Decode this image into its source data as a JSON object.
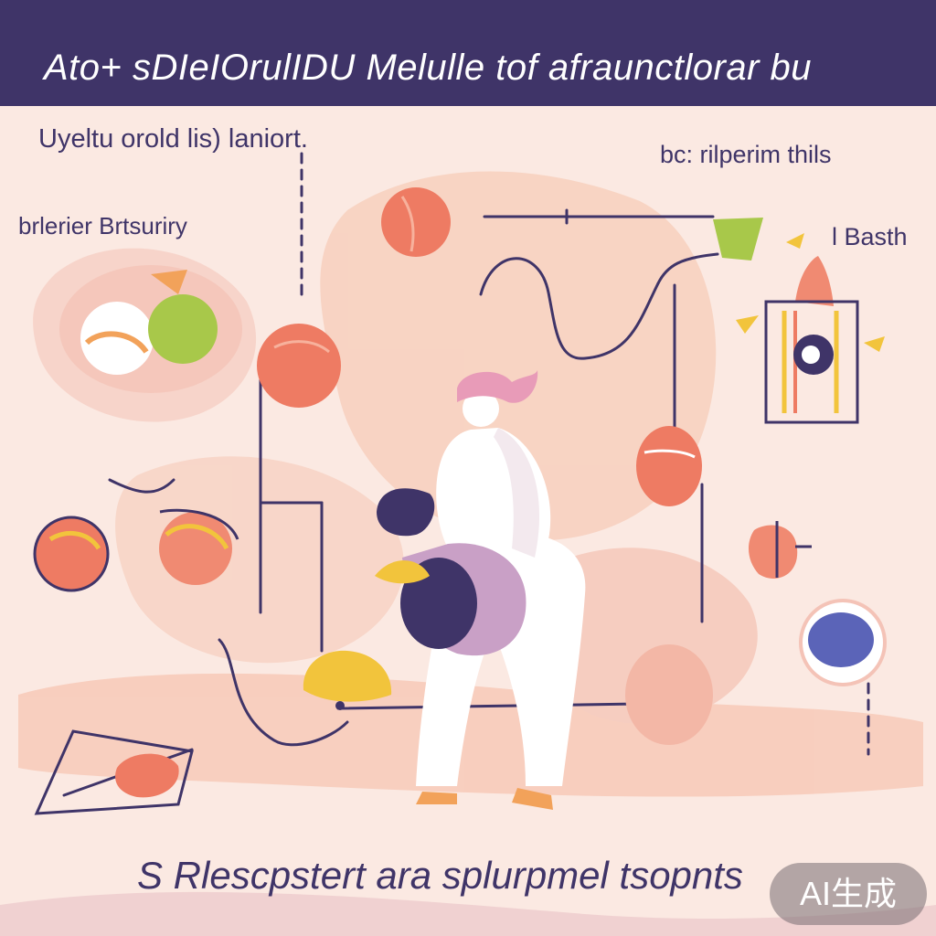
{
  "header": {
    "title": "Ato+ sDIeIOrulIDU Melulle tof afraunctlorar bu"
  },
  "labels": {
    "top_left": "Uyeltu orold lis) laniort.",
    "left": "brlerier Brtsuriry",
    "top_right": "bc: rilperim thils",
    "right": "l Basth"
  },
  "caption": "S Rlescpstert ara splurpmel tsopnts",
  "watermark": "AI生成",
  "colors": {
    "header_bg": "#3f3468",
    "page_bg": "#fbe9e2",
    "line": "#3f3468",
    "peach": "#f5b49a",
    "coral": "#ee7b63",
    "mustard": "#f2c43c",
    "lime": "#a8c84a",
    "pink": "#e89bb8",
    "indigo": "#5b64b8"
  }
}
